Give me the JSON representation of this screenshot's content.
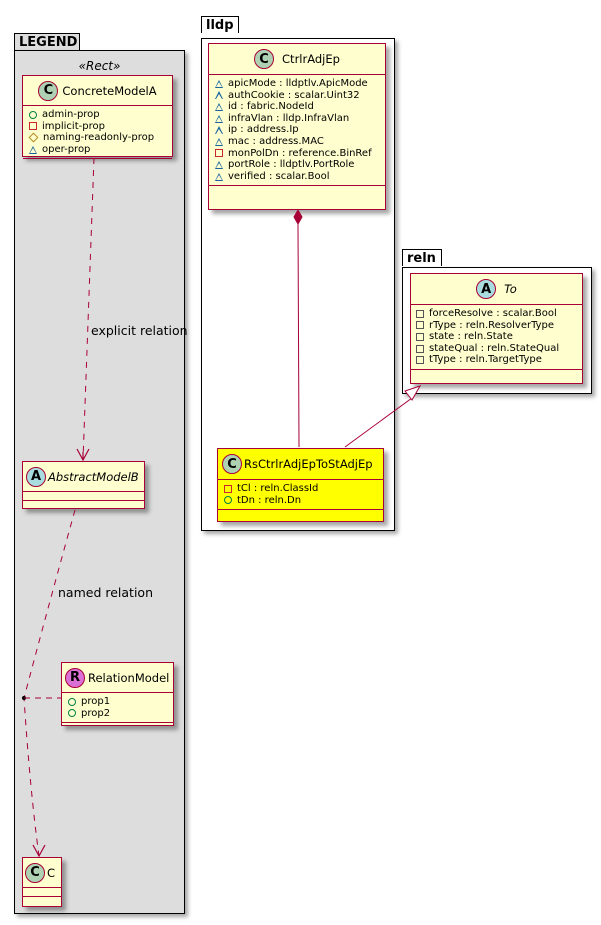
{
  "packages": {
    "legend": {
      "name": "LEGEND",
      "stereotype": "«Rect»"
    },
    "lldp": {
      "name": "lldp"
    },
    "reln": {
      "name": "reln"
    }
  },
  "colors": {
    "class_fill": "#fefece",
    "class_border": "#a80036",
    "highlight_fill": "#ffff00",
    "legend_bg": "#dddddd",
    "badge_class": "#add1b2",
    "badge_abstract": "#a9dcdf",
    "badge_relation": "#da70d6"
  },
  "classes": {
    "concrete_model_a": {
      "badge": "C",
      "name": "ConcreteModelA",
      "attributes": [
        {
          "vis": "public",
          "text": "admin-prop"
        },
        {
          "vis": "private",
          "text": "implicit-prop"
        },
        {
          "vis": "protected",
          "text": "naming-readonly-prop"
        },
        {
          "vis": "package",
          "text": "oper-prop"
        }
      ]
    },
    "abstract_model_b": {
      "badge": "A",
      "name": "AbstractModelB"
    },
    "relation_model": {
      "badge": "R",
      "name": "RelationModel",
      "attributes": [
        {
          "vis": "public",
          "text": "prop1"
        },
        {
          "vis": "public",
          "text": "prop2"
        }
      ]
    },
    "c": {
      "badge": "C",
      "name": "C"
    },
    "ctrlr_adj_ep": {
      "badge": "C",
      "name": "CtrlrAdjEp",
      "attributes": [
        {
          "vis": "package",
          "text": "apicMode : lldptlv.ApicMode"
        },
        {
          "vis": "package",
          "text": "authCookie : scalar.Uint32"
        },
        {
          "vis": "package",
          "text": "id : fabric.NodeId"
        },
        {
          "vis": "package",
          "text": "infraVlan : lldp.InfraVlan"
        },
        {
          "vis": "package",
          "text": "ip : address.Ip"
        },
        {
          "vis": "package",
          "text": "mac : address.MAC"
        },
        {
          "vis": "private",
          "text": "monPolDn : reference.BinRef"
        },
        {
          "vis": "package",
          "text": "portRole : lldptlv.PortRole"
        },
        {
          "vis": "package",
          "text": "verified : scalar.Bool"
        }
      ]
    },
    "rs_ctrlr_adj_ep": {
      "badge": "C",
      "name": "RsCtrlrAdjEpToStAdjEp",
      "attributes": [
        {
          "vis": "private",
          "text": "tCl : reln.ClassId"
        },
        {
          "vis": "public",
          "text": "tDn : reln.Dn"
        }
      ]
    },
    "to": {
      "badge": "A",
      "name": "To",
      "attributes": [
        {
          "vis": "private",
          "text": "forceResolve : scalar.Bool"
        },
        {
          "vis": "private",
          "text": "rType : reln.ResolverType"
        },
        {
          "vis": "private",
          "text": "state : reln.State"
        },
        {
          "vis": "private",
          "text": "stateQual : reln.StateQual"
        },
        {
          "vis": "private",
          "text": "tType : reln.TargetType"
        }
      ]
    }
  },
  "relations": {
    "explicit": "explicit relation",
    "named": "named relation"
  }
}
